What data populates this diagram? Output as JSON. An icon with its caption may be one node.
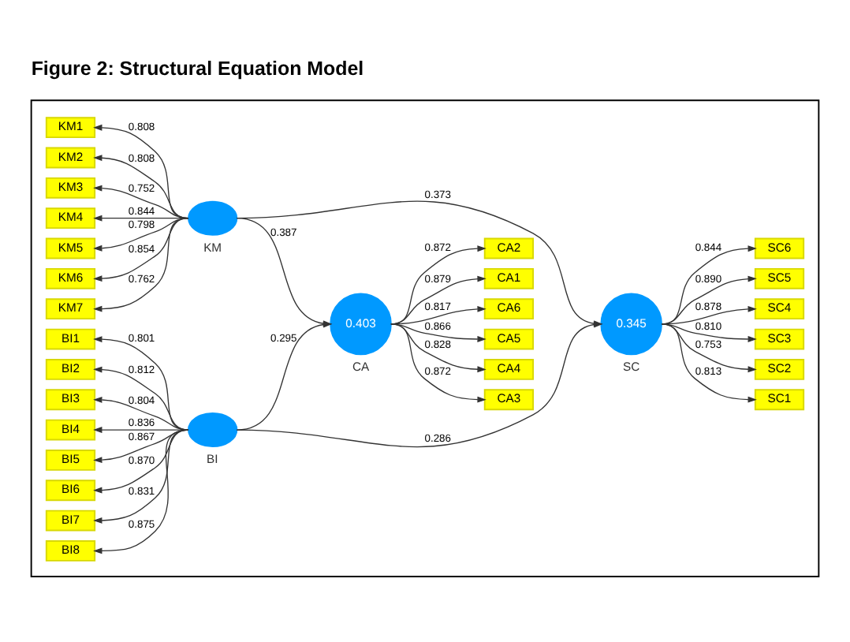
{
  "diagram": {
    "title": "Figure 2: Structural Equation Model",
    "nodes": [
      {
        "text": [],
        "shape": "box"
      },
      {
        "text": [
          "KM1"
        ],
        "in": 0
      },
      {
        "text": [
          "KM2"
        ],
        "in": 0
      },
      {
        "text": [
          "KM3"
        ],
        "in": 0
      },
      {
        "text": [
          "KM4"
        ],
        "in": 0
      },
      {
        "text": [
          "KM5"
        ],
        "in": 0
      },
      {
        "text": [
          "KM6"
        ],
        "in": 0
      },
      {
        "text": [
          "KM7"
        ],
        "in": 0
      },
      {
        "text": [
          "BI1"
        ],
        "in": 0
      },
      {
        "text": [
          "BI2"
        ],
        "in": 0
      },
      {
        "text": [
          "BI3"
        ],
        "in": 0
      },
      {
        "text": [
          "BI4"
        ],
        "in": 0
      },
      {
        "text": [
          "BI5"
        ],
        "in": 0
      },
      {
        "text": [
          "BI6"
        ],
        "in": 0
      },
      {
        "text": [
          "BI7"
        ],
        "in": 0
      },
      {
        "text": [
          "BI8"
        ],
        "in": 0
      },
      {
        "text": [
          "KM"
        ],
        "in": 0
      },
      {
        "text": [
          "BI"
        ],
        "in": 0
      },
      {
        "text": [
          "0.403",
          "CA"
        ],
        "in": 0
      },
      {
        "text": [
          "CA1"
        ],
        "in": 0
      },
      {
        "text": [
          "CA2"
        ],
        "in": 0
      },
      {
        "text": [
          "CA3"
        ],
        "in": 0
      },
      {
        "text": [
          "CA4"
        ],
        "in": 0
      },
      {
        "text": [
          "CA5"
        ],
        "in": 0
      },
      {
        "text": [
          "CA6"
        ],
        "in": 0
      },
      {
        "text": [
          "0.345",
          "SC"
        ],
        "in": 0
      },
      {
        "text": [
          "SC1"
        ],
        "in": 0
      },
      {
        "text": [
          "SC2"
        ],
        "in": 0
      },
      {
        "text": [
          "SC3"
        ],
        "in": 0
      },
      {
        "text": [
          "SC4"
        ],
        "in": 0
      },
      {
        "text": [
          "SC5"
        ],
        "in": 0
      },
      {
        "text": [
          "SC6"
        ],
        "in": 0
      }
    ],
    "edges": [
      {
        "from": 16,
        "to": 1,
        "arrow": "to",
        "label": "0.808"
      },
      {
        "from": 16,
        "to": 2,
        "arrow": "to",
        "label": "0.808"
      },
      {
        "from": 16,
        "to": 3,
        "arrow": "to",
        "label": "0.752"
      },
      {
        "from": 16,
        "to": 4,
        "arrow": "to",
        "label": "0.844"
      },
      {
        "from": 16,
        "to": 5,
        "arrow": "to",
        "label": "0.798"
      },
      {
        "from": 16,
        "to": 6,
        "arrow": "to",
        "label": "0.854"
      },
      {
        "from": 16,
        "to": 7,
        "arrow": "to",
        "label": "0.762"
      },
      {
        "from": 17,
        "to": 8,
        "arrow": "to",
        "label": "0.801"
      },
      {
        "from": 17,
        "to": 9,
        "arrow": "to",
        "label": "0.812"
      },
      {
        "from": 17,
        "to": 10,
        "arrow": "to",
        "label": "0.804"
      },
      {
        "from": 17,
        "to": 11,
        "arrow": "to",
        "label": "0.836"
      },
      {
        "from": 17,
        "to": 12,
        "arrow": "to",
        "label": "0.867"
      },
      {
        "from": 17,
        "to": 13,
        "arrow": "to",
        "label": "0.870"
      },
      {
        "from": 17,
        "to": 14,
        "arrow": "to",
        "label": "0.831"
      },
      {
        "from": 17,
        "to": 15,
        "arrow": "to",
        "label": "0.875"
      },
      {
        "from": 16,
        "to": 18,
        "arrow": "to",
        "label": "0.387"
      },
      {
        "from": 16,
        "to": 25,
        "arrow": "to",
        "label": "0.373"
      },
      {
        "from": 17,
        "to": 18,
        "arrow": "to",
        "label": "0.295"
      },
      {
        "from": 17,
        "to": 25,
        "arrow": "to",
        "label": "0.286"
      },
      {
        "from": 18,
        "to": 19,
        "arrow": "to",
        "label": "0.879"
      },
      {
        "from": 18,
        "to": 20,
        "arrow": "to",
        "label": "0.872"
      },
      {
        "from": 18,
        "to": 21,
        "arrow": "to",
        "label": "0.872"
      },
      {
        "from": 18,
        "to": 22,
        "arrow": "to",
        "label": "0.828"
      },
      {
        "from": 18,
        "to": 23,
        "arrow": "to",
        "label": "0.866"
      },
      {
        "from": 18,
        "to": 24,
        "arrow": "to",
        "label": "0.817"
      },
      {
        "from": 25,
        "to": 26,
        "arrow": "to",
        "label": "0.813"
      },
      {
        "from": 25,
        "to": 27,
        "arrow": "to",
        "label": "0.753"
      },
      {
        "from": 25,
        "to": 28,
        "arrow": "to",
        "label": "0.810"
      },
      {
        "from": 25,
        "to": 29,
        "arrow": "to",
        "label": "0.878"
      },
      {
        "from": 25,
        "to": 30,
        "arrow": "to",
        "label": "0.890"
      },
      {
        "from": 25,
        "to": 31,
        "arrow": "to",
        "label": "0.844"
      }
    ]
  }
}
